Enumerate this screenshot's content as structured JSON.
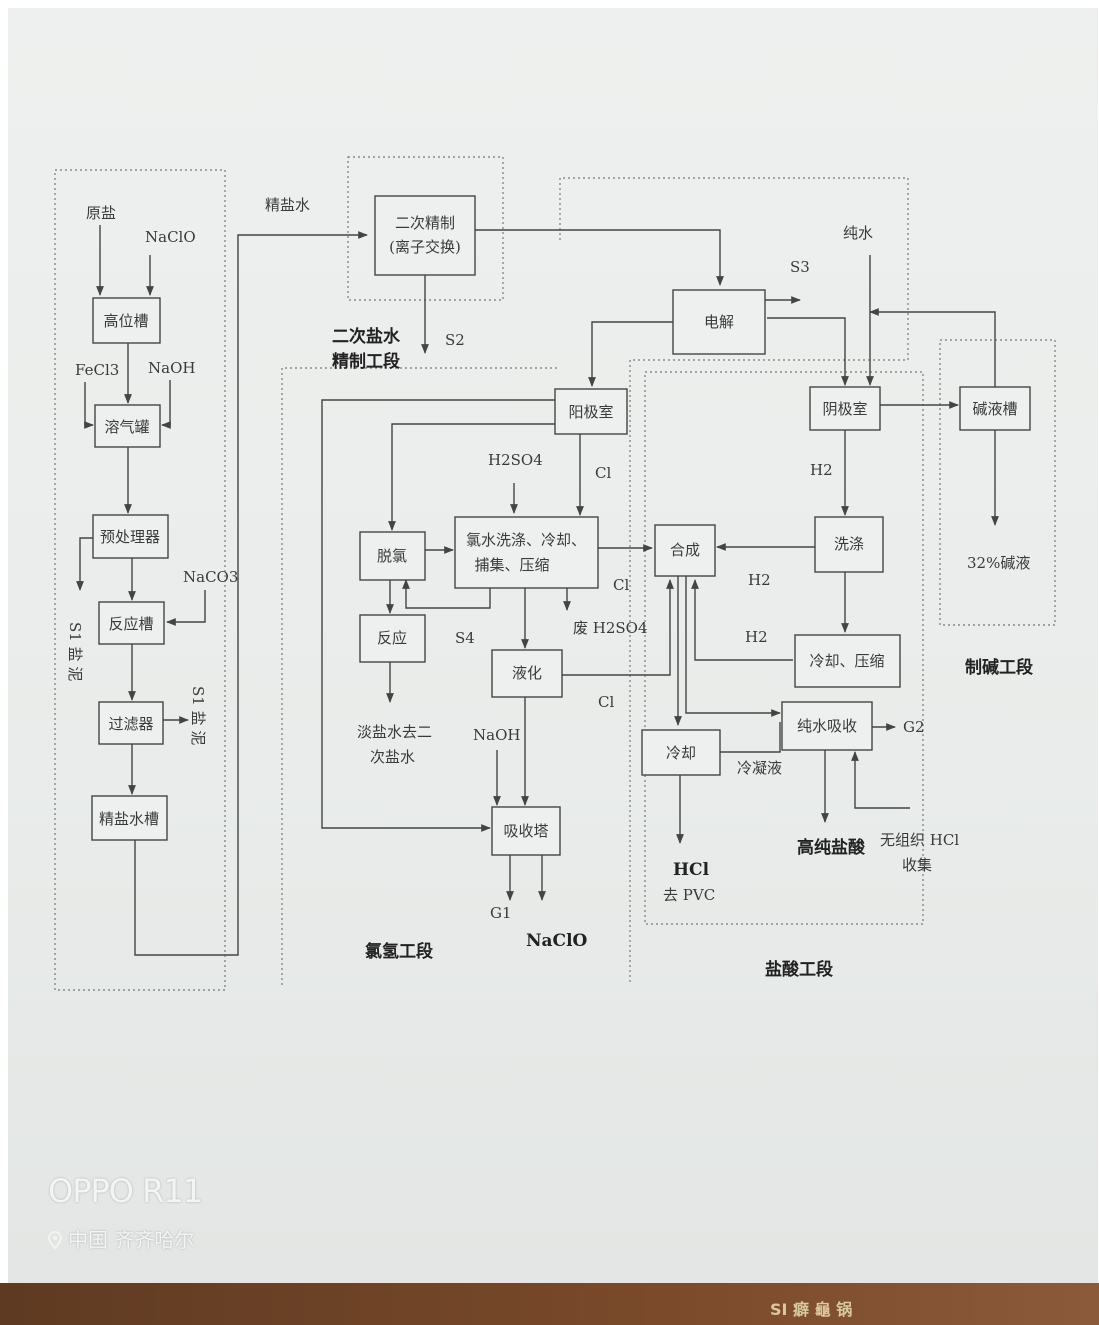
{
  "diagram": {
    "nodes": {
      "gaoweicao": "高位槽",
      "rongqiguan": "溶气罐",
      "yuchuliqi": "预处理器",
      "fanyingcao": "反应槽",
      "guolvqi": "过滤器",
      "jingyanshuicao": "精盐水槽",
      "erci_line1": "二次精制",
      "erci_line2": "(离子交换)",
      "dianjie": "电解",
      "yangjishi": "阳极室",
      "yinjishi": "阴极室",
      "jianyecao": "碱液槽",
      "tuolv": "脱氯",
      "fanying": "反应",
      "lvshui_line1": "氯水洗涤、冷却、",
      "lvshui_line2": "捕集、压缩",
      "yehua": "液化",
      "xishouta": "吸收塔",
      "hecheng": "合成",
      "xidi": "洗涤",
      "lengque_yasuo": "冷却、压缩",
      "lengque": "冷却",
      "chunshui_xishou": "纯水吸收"
    },
    "labels": {
      "yuanyan": "原盐",
      "naclo_in": "NaClO",
      "fecl3": "FeCl3",
      "naoh_1": "NaOH",
      "naco3": "NaCO3",
      "s1_left": "S1 盐 泥",
      "s1_right": "S1 盐 泥",
      "jingyanshui": "精盐水",
      "s2": "S2",
      "s3": "S3",
      "s4": "S4",
      "chunshui": "纯水",
      "h2so4": "H2SO4",
      "cl_1": "Cl",
      "cl_2": "Cl",
      "cl_3": "Cl",
      "h2_1": "H2",
      "h2_2": "H2",
      "h2_3": "H2",
      "fei_h2so4": "废 H2SO4",
      "danyanshui_line1": "淡盐水去二",
      "danyanshui_line2": "次盐水",
      "naoh_2": "NaOH",
      "g1": "G1",
      "naclo_out": "NaClO",
      "hcl": "HCl",
      "qu_pvc": "去 PVC",
      "lengningye": "冷凝液",
      "gaochun_yansuan": "高纯盐酸",
      "wuzuzhi_line1": "无组织 HCl",
      "wuzuzhi_line2": "收集",
      "g2": "G2",
      "jianye_32": "32%碱液"
    },
    "sections": {
      "erci_line1": "二次盐水",
      "erci_line2": "精制工段",
      "lvqing": "氯氢工段",
      "yansuan": "盐酸工段",
      "zhijian": "制碱工段"
    }
  },
  "watermark": {
    "brand": "OPPO R11",
    "location": "中国 齐齐哈尔",
    "location_icon": "location-pin-icon"
  },
  "bottom_strip": {
    "text": "SI 癖 龜 锅"
  }
}
